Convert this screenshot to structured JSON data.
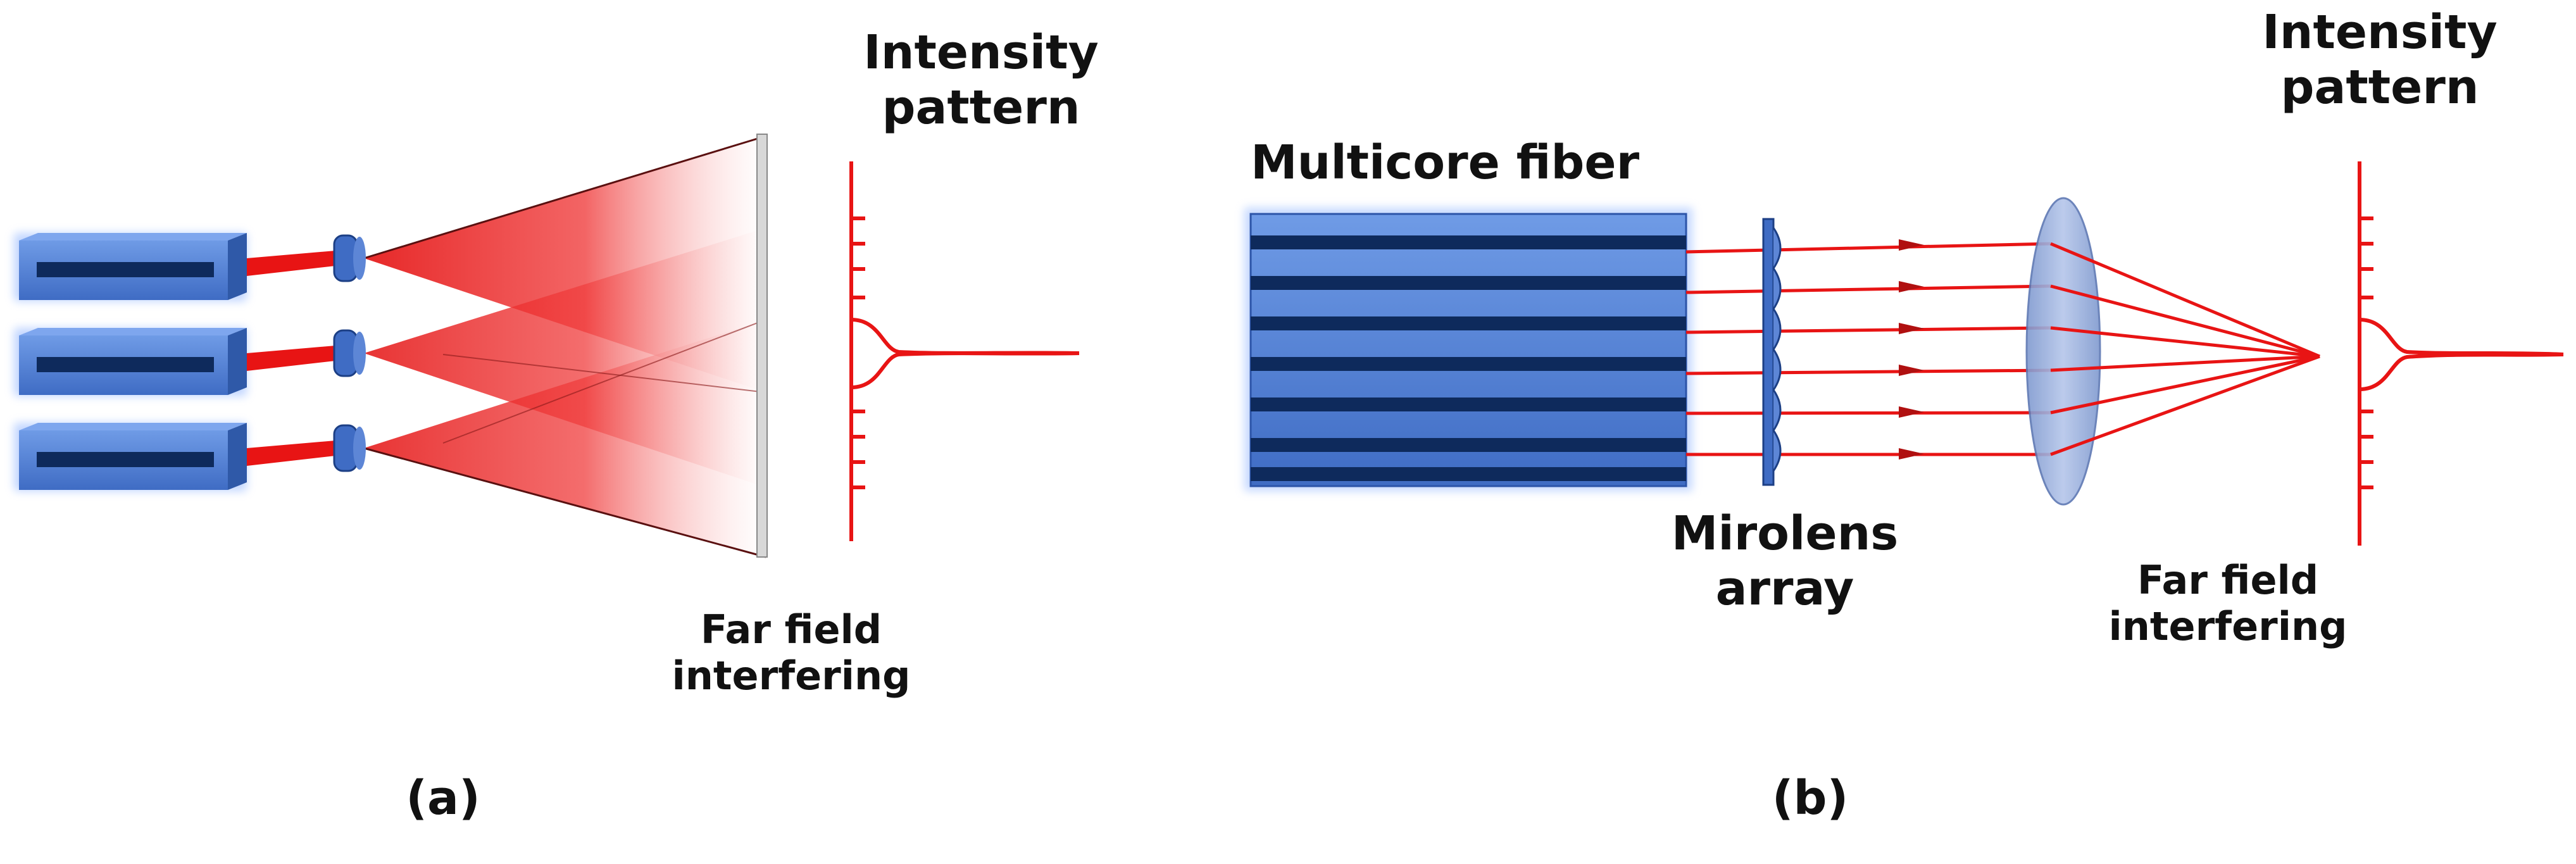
{
  "panel_a": {
    "intensity_label": [
      "Intensity",
      "pattern"
    ],
    "far_field_label": [
      "Far field",
      "interfering"
    ],
    "panel_label": "(a)"
  },
  "panel_b": {
    "fiber_label": "Multicore fiber",
    "microlens_label": [
      "Mirolens",
      "array"
    ],
    "intensity_label": [
      "Intensity",
      "pattern"
    ],
    "far_field_label": [
      "Far field",
      "interfering"
    ],
    "panel_label": "(b)"
  },
  "colors": {
    "beam": "#e81414",
    "laser_body": "#4f7fd6",
    "laser_dark": "#0e2a5c",
    "lens": "#8fa8d8"
  }
}
